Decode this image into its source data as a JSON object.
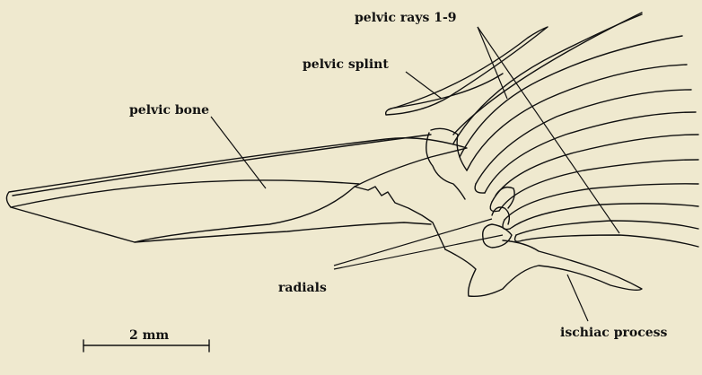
{
  "labels": {
    "pelvic_rays": "pelvic rays 1-9",
    "pelvic_splint": "pelvic splint",
    "pelvic_bone": "pelvic bone",
    "radials": "radials",
    "ischiac_process": "ischiac process",
    "scale": "2 mm"
  },
  "colors": {
    "background": "#efe9cf",
    "ink": "#111111"
  }
}
